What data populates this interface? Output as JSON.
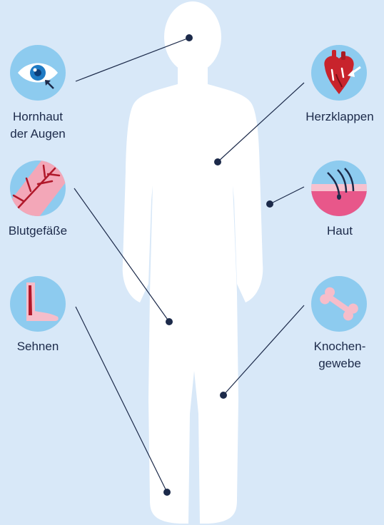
{
  "colors": {
    "background": "#d8e8f8",
    "body": "#ffffff",
    "icon_circle": "#8dcbef",
    "line": "#1c2a4a",
    "dot": "#1c2a4a",
    "text": "#1c2a4a"
  },
  "labels": {
    "cornea_line1": "Hornhaut",
    "cornea_line2": "der Augen",
    "heart_valves": "Herzklappen",
    "blood_vessels": "Blutgefäße",
    "skin": "Haut",
    "tendons": "Sehnen",
    "bone_line1": "Knochen-",
    "bone_line2": "gewebe"
  },
  "icons": {
    "cornea": "eye-icon",
    "heart_valves": "heart-icon",
    "blood_vessels": "blood-vessel-icon",
    "skin": "skin-hair-icon",
    "tendons": "foot-tendon-icon",
    "bone": "bone-icon"
  }
}
